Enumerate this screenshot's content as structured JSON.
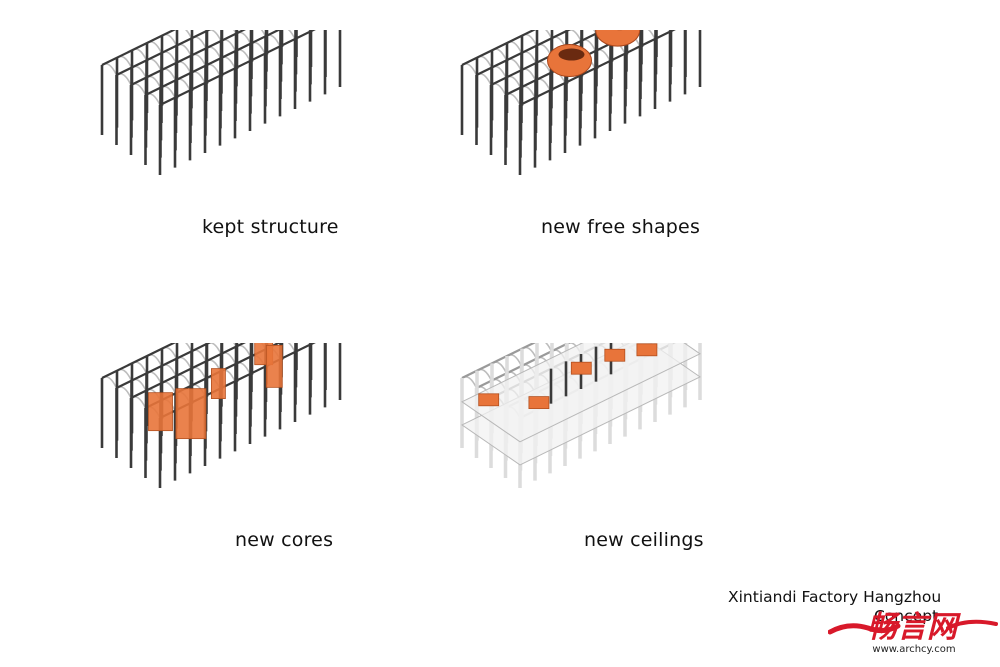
{
  "panels": [
    {
      "id": "kept-structure",
      "label": "kept structure",
      "variant": "frame"
    },
    {
      "id": "new-free-shapes",
      "label": "new free shapes",
      "variant": "shapes"
    },
    {
      "id": "new-cores",
      "label": "new cores",
      "variant": "cores"
    },
    {
      "id": "new-ceilings",
      "label": "new ceilings",
      "variant": "ceilings"
    }
  ],
  "project": {
    "title": "Xintiandi Factory Hangzhou",
    "subtitle": "Concept"
  },
  "watermark": {
    "brand": "畅言网",
    "url": "www.archcy.com"
  },
  "colors": {
    "background": "#ffffff",
    "frame": "#3a3a3a",
    "arch": "#bdbdbd",
    "accent_orange": "#e8743a",
    "watermark_red": "#d8192a"
  }
}
